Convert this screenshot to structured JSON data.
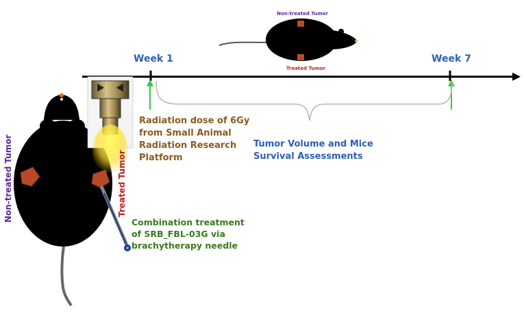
{
  "timeline": {
    "week_start": "Week 1",
    "week_end": "Week 7"
  },
  "labels": {
    "radiation_dose": "Radiation dose of 6Gy\nfrom Small Animal\nRadiation Research\nPlatform",
    "assessment": "Tumor Volume and Mice\nSurvival Assessments",
    "combination": "Combination treatment\nof SRB_FBL-03G via\nbrachytherapy needle",
    "non_treated_tumor_small": "Non-treated Tumor",
    "treated_tumor_small": "Treated Tumor",
    "non_treated_tumor_large": "Non-treated Tumor",
    "treated_tumor_large": "Treated Tumor"
  },
  "colors": {
    "week_blue": "#2e5fb0",
    "brown_text": "#8a5a20",
    "blue_text": "#2e5fb0",
    "green_text": "#3a7a1e",
    "purple_text": "#5b2aa0",
    "red_text": "#c02020",
    "marker_green": "#2ecc40",
    "mouse_body": "#000000",
    "tumor": "#b84a28"
  }
}
